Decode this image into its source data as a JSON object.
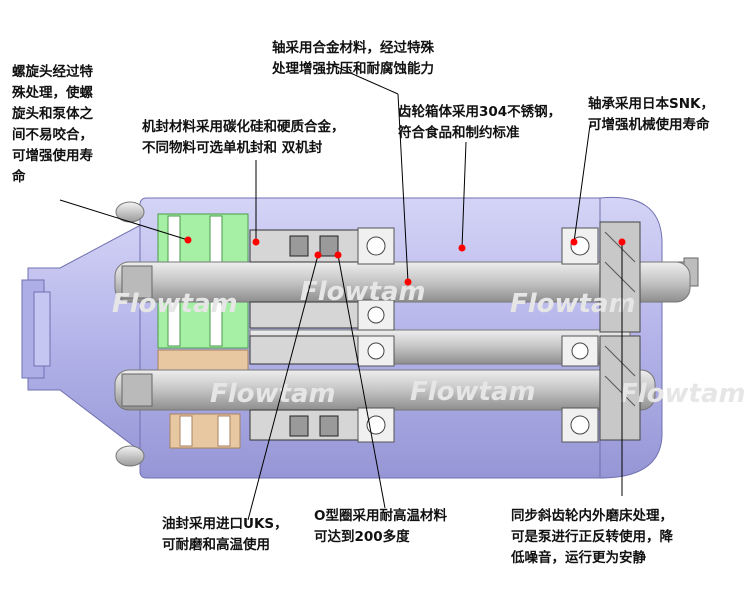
{
  "labels": {
    "screw_head": "螺旋头经过特\n殊处理，使螺\n旋头和泵体之\n间不易咬合，\n可增强使用寿\n命",
    "shaft": "轴采用合金材料，经过特殊\n处理增强抗压和耐腐蚀能力",
    "mech_seal": "机封材料采用碳化硅和硬质合金，\n不同物料可选单机封和   双机封",
    "gearbox": "齿轮箱体采用304不锈钢，\n符合食品和制约标准",
    "bearing": "轴承采用日本SNK，\n可增强机械使用寿命",
    "oil_seal": "油封采用进口UKS，\n可耐磨和高温使用",
    "o_ring": "O型圈采用耐高温材料\n可达到200多度",
    "gear": "同步斜齿轮内外磨床处理，\n可是泵进行正反转使用，降\n低噪音，运行更为安静"
  },
  "watermark": "Flowtam",
  "colors": {
    "housing": "#b8b8ec",
    "housing_dark": "#8c8ccc",
    "shaft": "#cfcfcf",
    "screw_green": "#a6f0a6",
    "screw_tan": "#e8c8a0",
    "callout_dot": "#ff0000"
  }
}
